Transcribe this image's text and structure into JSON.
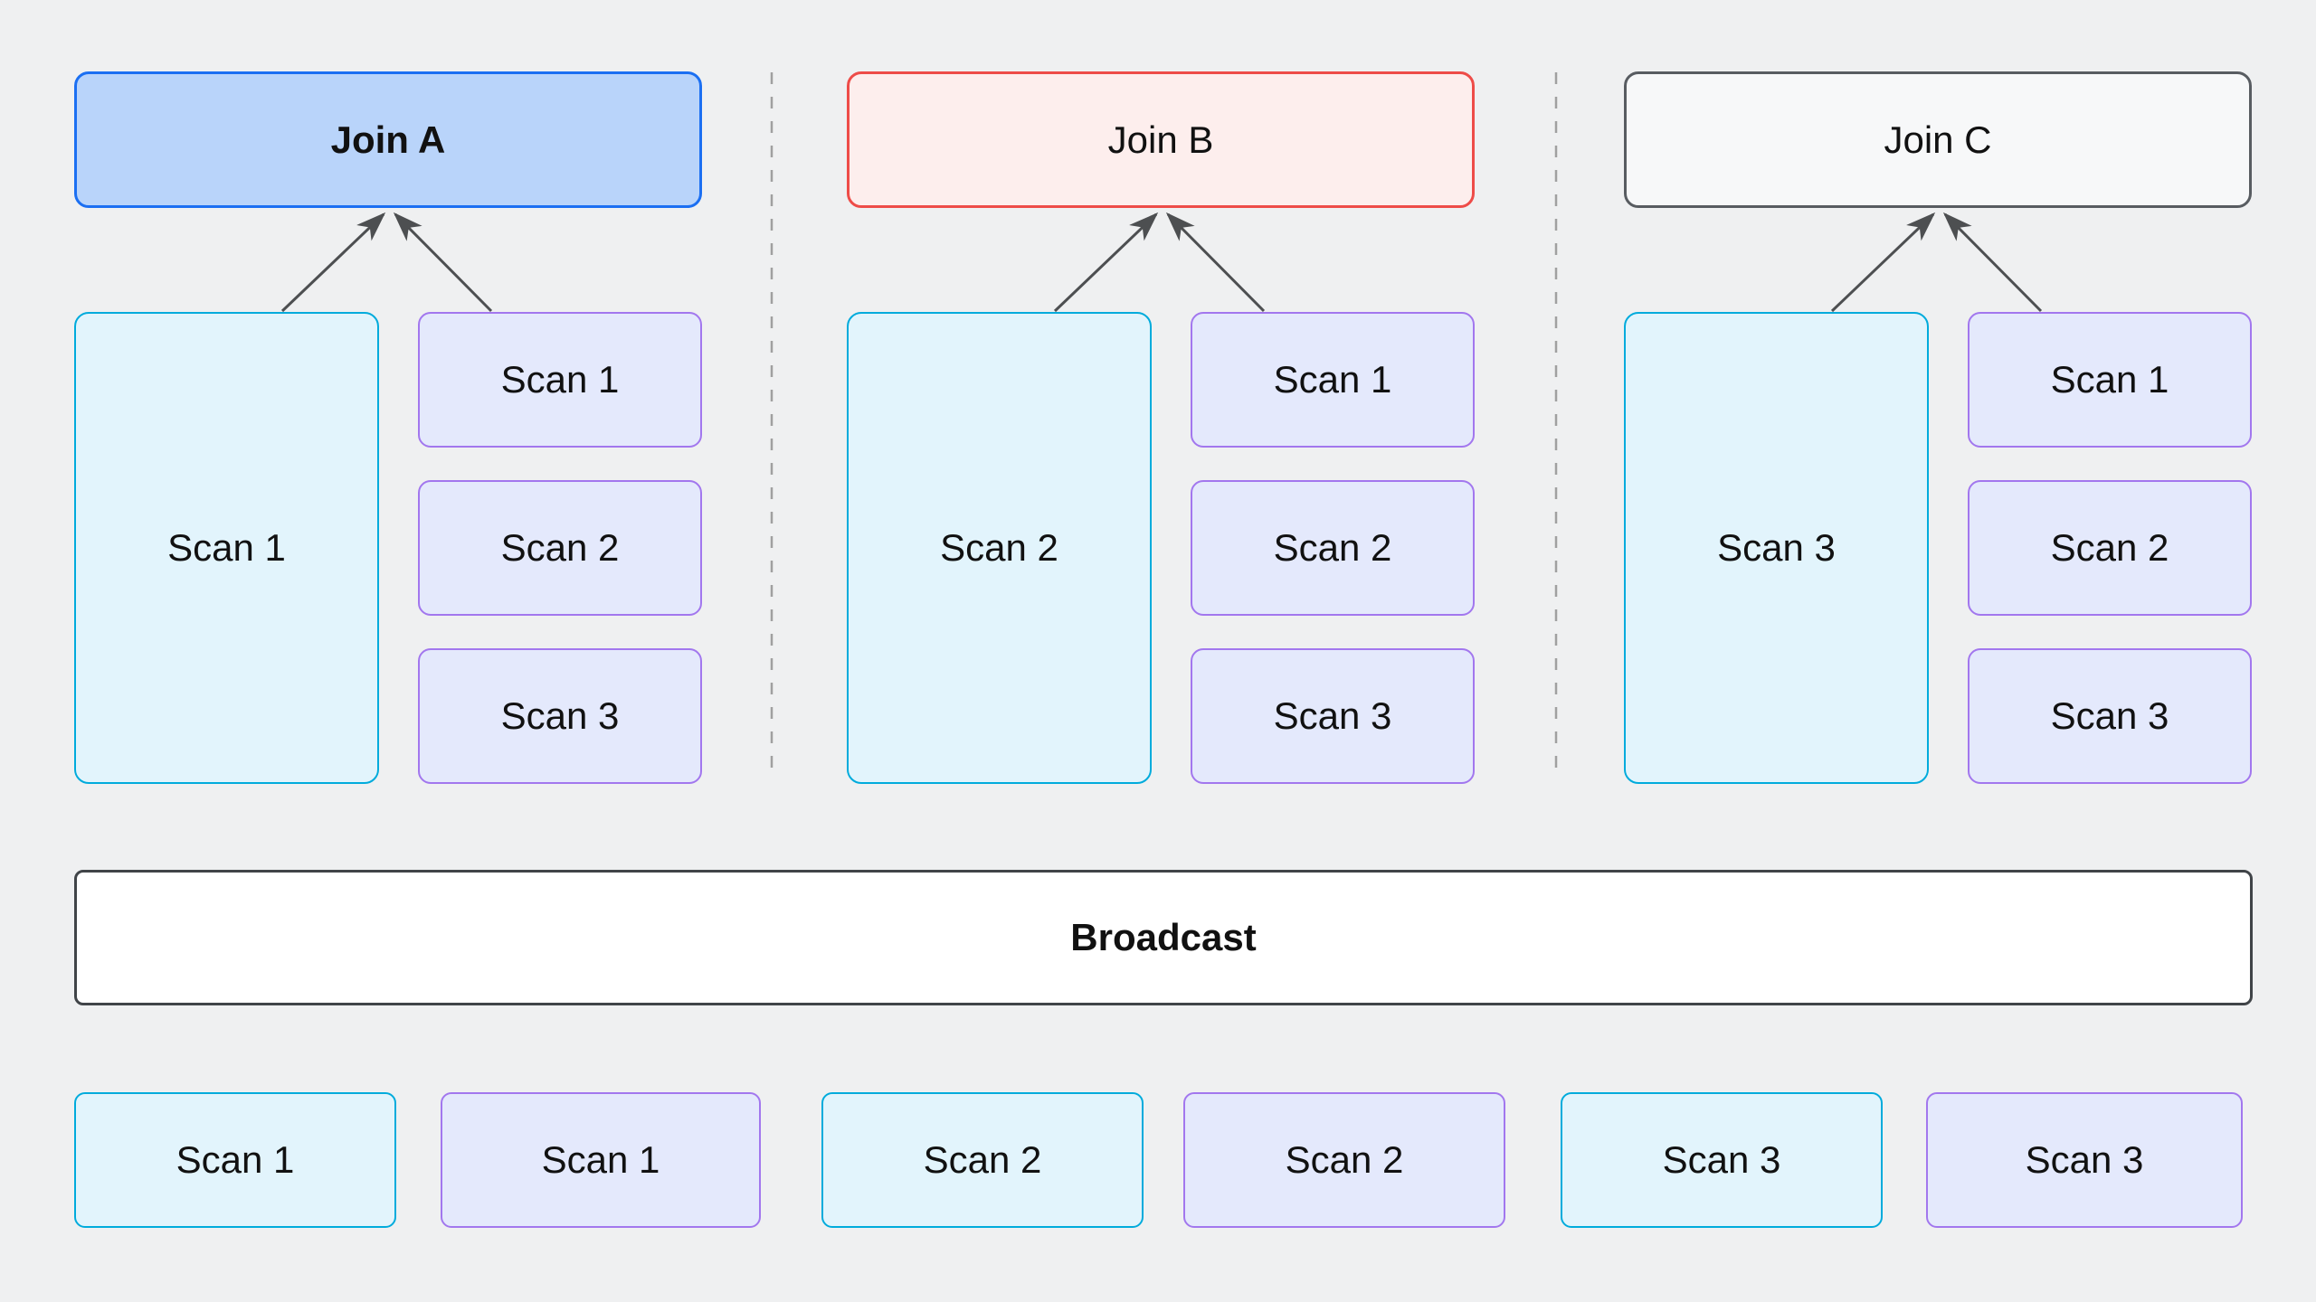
{
  "diagram": {
    "title": "broadcast-join query plan diagram",
    "background": "#eff0f1",
    "text_color": "#111111",
    "arrow_color": "#4d4f51",
    "divider_color": "#a0a0a0"
  },
  "groups": [
    {
      "join": {
        "label": "Join A",
        "fill": "#b9d4fa",
        "border": "#1b6ff2"
      },
      "tall_scan": {
        "label": "Scan 1",
        "fill": "#e2f4fc",
        "border": "#00abdc"
      },
      "stack": [
        {
          "label": "Scan 1"
        },
        {
          "label": "Scan 2"
        },
        {
          "label": "Scan 3"
        }
      ],
      "stack_fill": "#e4e9fc",
      "stack_border": "#a277ee"
    },
    {
      "join": {
        "label": "Join B",
        "fill": "#fdeeed",
        "border": "#ee4c48"
      },
      "tall_scan": {
        "label": "Scan 2",
        "fill": "#e2f4fc",
        "border": "#00abdc"
      },
      "stack": [
        {
          "label": "Scan 1"
        },
        {
          "label": "Scan 2"
        },
        {
          "label": "Scan 3"
        }
      ],
      "stack_fill": "#e4e9fc",
      "stack_border": "#a277ee"
    },
    {
      "join": {
        "label": "Join C",
        "fill": "#f7f8f9",
        "border": "#585c61"
      },
      "tall_scan": {
        "label": "Scan 3",
        "fill": "#e2f4fc",
        "border": "#00abdc"
      },
      "stack": [
        {
          "label": "Scan 1"
        },
        {
          "label": "Scan 2"
        },
        {
          "label": "Scan 3"
        }
      ],
      "stack_fill": "#e4e9fc",
      "stack_border": "#a277ee"
    }
  ],
  "broadcast": {
    "label": "Broadcast",
    "fill": "#ffffff",
    "border": "#404448"
  },
  "bottom_row": [
    {
      "label": "Scan 1",
      "variant": "cyan"
    },
    {
      "label": "Scan 1",
      "variant": "purple"
    },
    {
      "label": "Scan 2",
      "variant": "cyan"
    },
    {
      "label": "Scan 2",
      "variant": "purple"
    },
    {
      "label": "Scan 3",
      "variant": "cyan"
    },
    {
      "label": "Scan 3",
      "variant": "purple"
    }
  ]
}
